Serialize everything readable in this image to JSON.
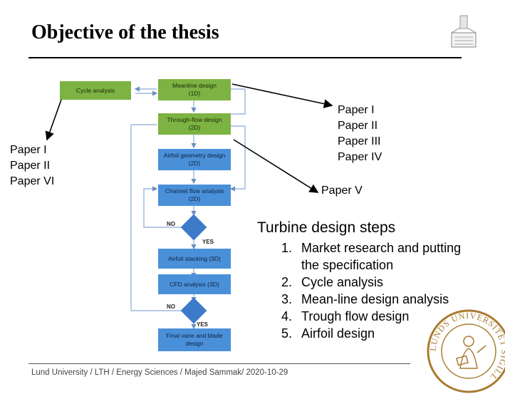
{
  "slide": {
    "title": "Objective of the thesis",
    "footer": "Lund University / LTH / Energy Sciences / Majed Sammak/ 2020-10-29"
  },
  "flowchart": {
    "cycle_analysis": "Cycle analysis",
    "meanline_design": [
      "Meanline design",
      "(1D)"
    ],
    "through_flow_design": [
      "Through-flow design",
      "(2D)"
    ],
    "airfoil_geometry_design": [
      "Airfoil geometry design",
      "(2D)"
    ],
    "channel_flow_analysis": [
      "Channel flow analysis",
      "(2D)"
    ],
    "airfoil_stacking": "Airfoil stacking (3D)",
    "cfd_analysis": "CFD analysis (3D)",
    "final_design": [
      "Final vane and blade",
      "design"
    ],
    "no_1": "NO",
    "yes_1": "YES",
    "no_2": "NO",
    "yes_2": "YES"
  },
  "annotations": {
    "left_papers": [
      "Paper I",
      "Paper II",
      "Paper VI"
    ],
    "right_papers": [
      "Paper I",
      "Paper II",
      "Paper III",
      "Paper IV"
    ],
    "paper_v": "Paper V"
  },
  "steps": {
    "heading": "Turbine design steps",
    "items": [
      {
        "num": "1.",
        "lines": [
          "Market research and putting",
          "the specification"
        ]
      },
      {
        "num": "2.",
        "lines": [
          "Cycle analysis"
        ]
      },
      {
        "num": "3.",
        "lines": [
          "Mean-line design analysis"
        ]
      },
      {
        "num": "4.",
        "lines": [
          "Trough flow design"
        ]
      },
      {
        "num": "5.",
        "lines": [
          "Airfoil design"
        ]
      }
    ]
  },
  "seal_text": "LUNDS UNIVERSITET SIGILL",
  "colors": {
    "green_box": "#7cb342",
    "blue_box": "#4a90d9",
    "seal": "#a97b2e"
  },
  "icons": {
    "top_logo": "library-book-icon",
    "seal": "university-seal-icon"
  }
}
